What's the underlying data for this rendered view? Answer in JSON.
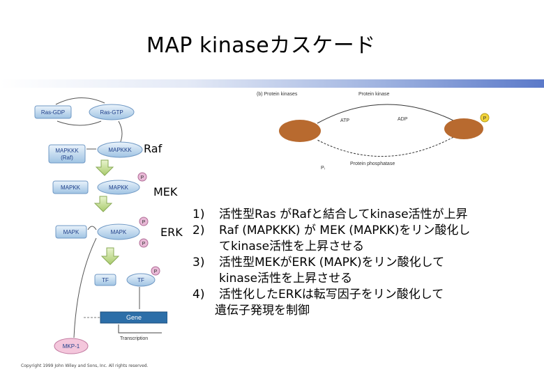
{
  "title": "MAP kinaseカスケード",
  "captions": {
    "raf": "Raf",
    "mek": "MEK",
    "erk": "ERK"
  },
  "items": [
    {
      "num": "1)",
      "line": "活性型Ras がRafと結合してkinase活性が上昇"
    },
    {
      "num": "2)",
      "line": "Raf (MAPKKK) が MEK (MAPKK)をリン酸化し",
      "cont": "てkinase活性を上昇させる"
    },
    {
      "num": "3)",
      "line": "活性型MEKがERK (MAPK)をリン酸化して",
      "cont": "kinase活性を上昇させる"
    },
    {
      "num": "4)",
      "line": "活性化したERKは転写因子をリン酸化して",
      "cont": "遺伝子発現を制御"
    }
  ],
  "cascade": {
    "ras_gdp": "Ras-GDP",
    "ras_gtp": "Ras-GTP",
    "mapkkk_inactive": "MAPKKK",
    "mapkkk_inactive_sub": "(Raf)",
    "mapkkk_active": "MAPKKK",
    "mapkk_inactive": "MAPKK",
    "mapkk_active": "MAPKK",
    "mapk_inactive": "MAPK",
    "mapk_active": "MAPK",
    "tf_inactive": "TF",
    "tf_active": "TF",
    "p": "P",
    "gene": "Gene",
    "transcription": "Transcription",
    "mkp": "MKP-1"
  },
  "kinase_panel": {
    "heading": "(b)  Protein kinases",
    "kinase": "Protein kinase",
    "atp": "ATP",
    "adp": "ADP",
    "p": "P",
    "pi": "Pᵢ",
    "phosphatase": "Protein phosphatase"
  },
  "copyright": "Copyright 1999 John Wiley and Sons, Inc. All rights reserved."
}
